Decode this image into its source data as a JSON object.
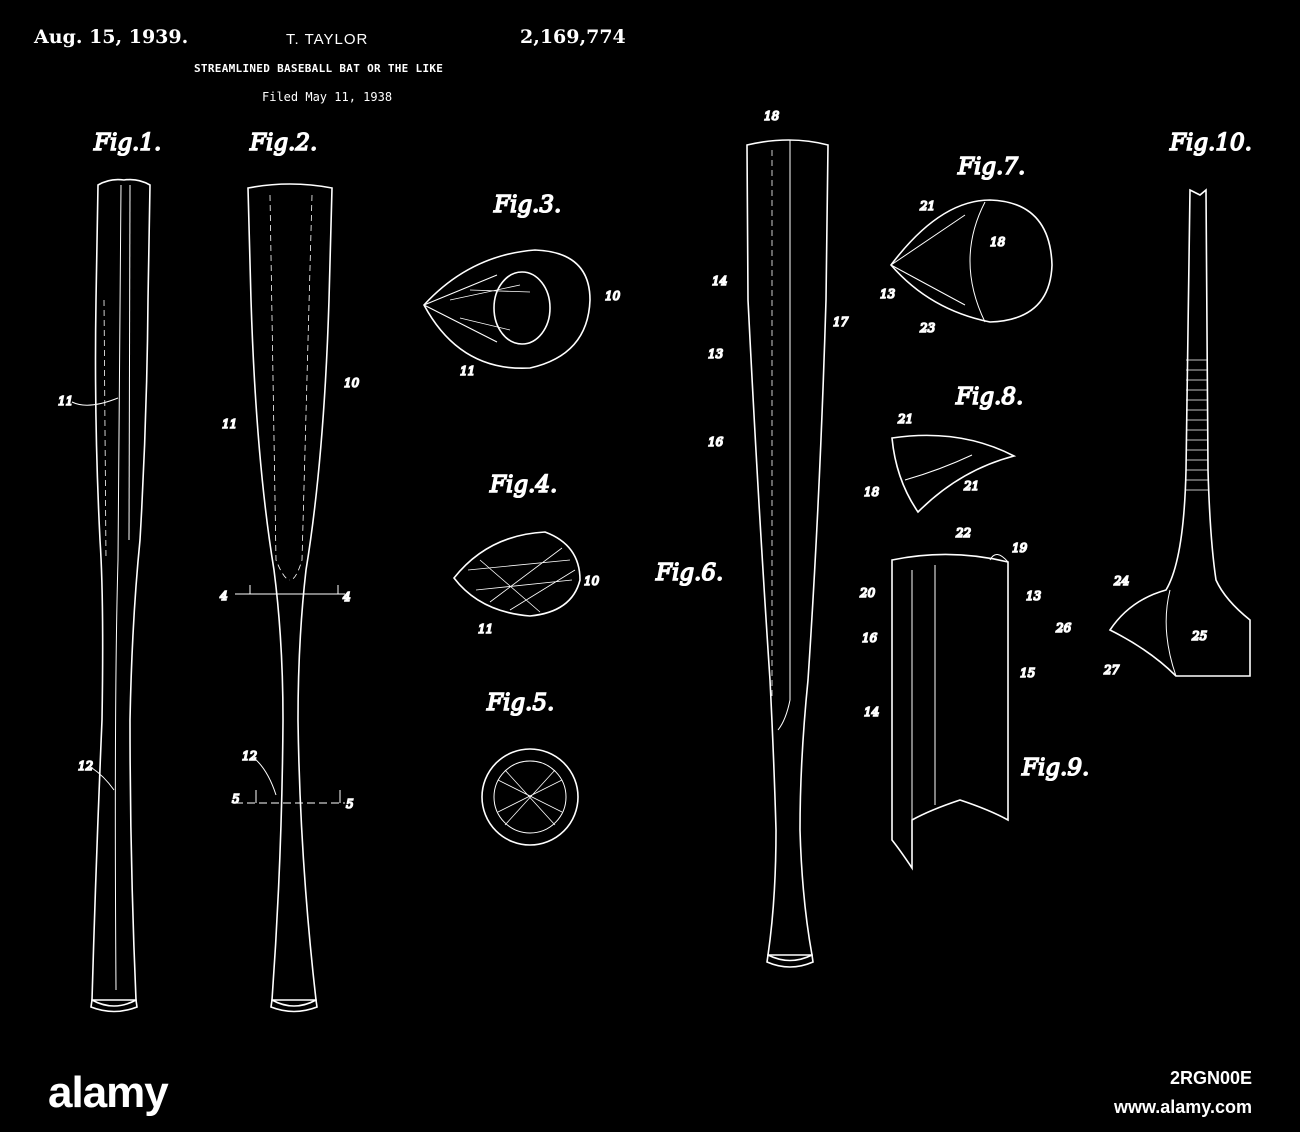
{
  "header": {
    "date": "Aug. 15, 1939.",
    "inventor": "T. TAYLOR",
    "patent_number": "2,169,774",
    "title": "STREAMLINED BASEBALL BAT OR THE LIKE",
    "filed": "Filed May 11, 1938"
  },
  "figures": {
    "fig1": "Fig.1.",
    "fig2": "Fig.2.",
    "fig3": "Fig.3.",
    "fig4": "Fig.4.",
    "fig5": "Fig.5.",
    "fig6": "Fig.6.",
    "fig7": "Fig.7.",
    "fig8": "Fig.8.",
    "fig9": "Fig.9.",
    "fig10": "Fig.10."
  },
  "ref_numbers": {
    "n4": "4",
    "n5": "5",
    "n10": "10",
    "n11": "11",
    "n12": "12",
    "n13": "13",
    "n14": "14",
    "n15": "15",
    "n16": "16",
    "n17": "17",
    "n18": "18",
    "n19": "19",
    "n20": "20",
    "n21": "21",
    "n22": "22",
    "n23": "23",
    "n24": "24",
    "n25": "25",
    "n26": "26",
    "n27": "27"
  },
  "watermark": {
    "brand": "alamy",
    "image_id": "2RGN00E",
    "site": "www.alamy.com"
  },
  "colors": {
    "background": "#000000",
    "ink": "#ffffff"
  }
}
